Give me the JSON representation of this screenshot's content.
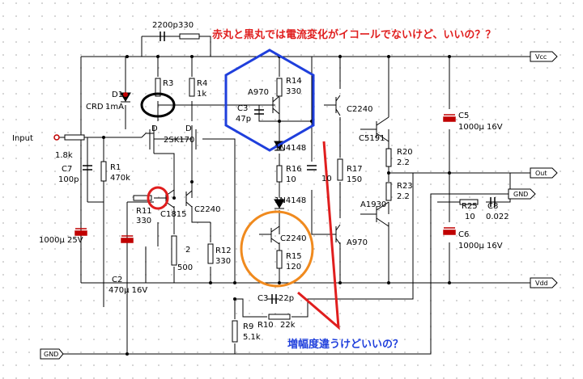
{
  "annotations": {
    "top_note": "赤丸と黒丸では電流変化がイコールでないけど、いいの？？",
    "bottom_note": "増幅度違うけどいいの？",
    "top_color": "#e01e1e",
    "bottom_color": "#1f3fdc"
  },
  "ports": {
    "vcc": "Vcc",
    "out": "Out",
    "gnd_right": "GND",
    "vdd": "Vdd",
    "gnd_left": "GND",
    "input": "Input"
  },
  "parts": {
    "r_in": "1.8k",
    "c7": "C7",
    "c7_val": "100p",
    "r1": "R1",
    "r1_val": "470k",
    "c1": "1000µ 25V",
    "c2": "C2",
    "c2_val": "470µ 16V",
    "d1": "D1",
    "crd": "CRD",
    "crd_val": "1mA",
    "c_fb": "2200p",
    "r_fb": "330",
    "r3": "R3",
    "r4": "R4",
    "r4_val": "1k",
    "fet": "2SK170",
    "fet_d1": "D",
    "fet_d2": "D",
    "r11": "R11",
    "r11_val": "330",
    "q_c1815": "C1815",
    "q_c2240_a": "C2240",
    "vr_pin": "2",
    "vr_val": "500",
    "r12": "R12",
    "r12_val": "330",
    "q_a970_top": "A970",
    "r14": "R14",
    "r14_val": "330",
    "c3": "C3",
    "c3_val": "47p",
    "d_1": "1N4148",
    "r16": "R16",
    "r16_val": "10",
    "d_2": "1N4148",
    "q_c2240_b": "C2240",
    "r15": "R15",
    "r15_val": "120",
    "c_mid": "10",
    "r17": "R17",
    "r17_val": "150",
    "q_c2240_c": "C2240",
    "q_a970_b": "A970",
    "q_c5191": "C5191",
    "q_a1930": "A1930",
    "r20": "R20",
    "r20_val": "2.2",
    "r23": "R23",
    "r23_val": "2.2",
    "c5": "C5",
    "c5_val": "1000µ 16V",
    "c6": "C6",
    "c6_val": "1000µ 16V",
    "r25": "R25",
    "r25_val": "10",
    "c8": "C8",
    "c8_val": "0.022",
    "c3b": "C3",
    "c3b_val": "22p",
    "r10": "R10",
    "r10_val": "22k",
    "r9": "R9",
    "r9_val": "5.1k"
  }
}
